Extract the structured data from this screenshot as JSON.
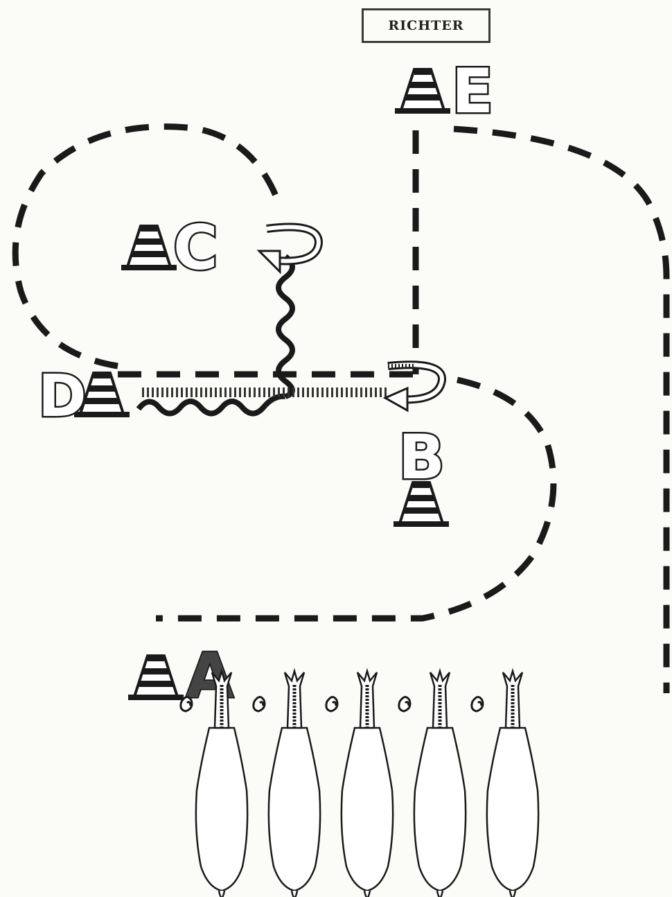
{
  "judge": {
    "label": "RICHTER"
  },
  "markers": [
    {
      "letter": "E"
    },
    {
      "letter": "C"
    },
    {
      "letter": "D"
    },
    {
      "letter": "B"
    },
    {
      "letter": "A"
    }
  ],
  "horses": {
    "count": 5
  },
  "colors": {
    "ink": "#1a1a1a",
    "paper": "#fbfbf8"
  }
}
